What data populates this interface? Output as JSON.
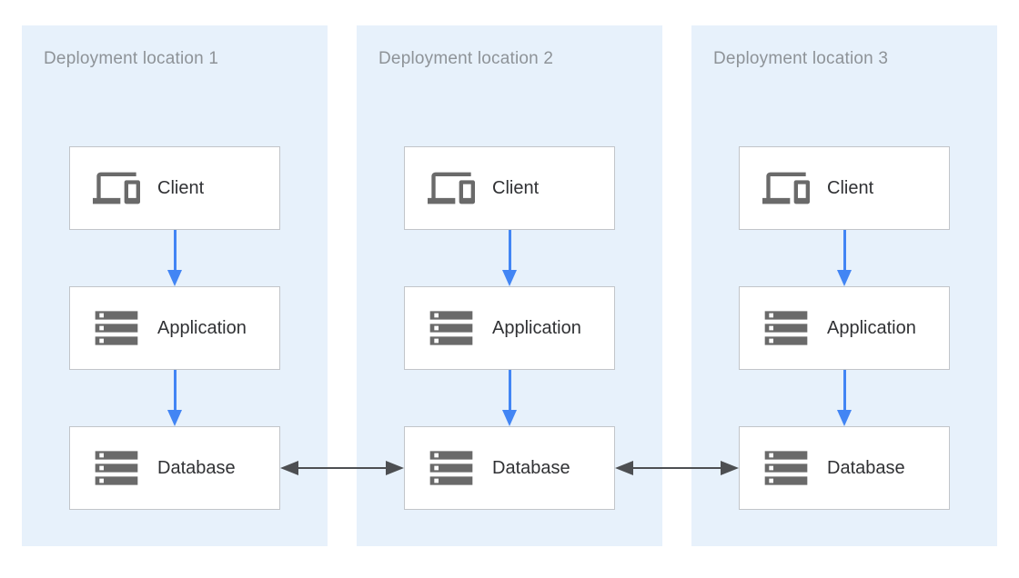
{
  "locations": [
    {
      "title": "Deployment location 1",
      "nodes": [
        {
          "label": "Client",
          "icon": "devices-icon"
        },
        {
          "label": "Application",
          "icon": "server-stack-icon"
        },
        {
          "label": "Database",
          "icon": "server-stack-icon"
        }
      ]
    },
    {
      "title": "Deployment location 2",
      "nodes": [
        {
          "label": "Client",
          "icon": "devices-icon"
        },
        {
          "label": "Application",
          "icon": "server-stack-icon"
        },
        {
          "label": "Database",
          "icon": "server-stack-icon"
        }
      ]
    },
    {
      "title": "Deployment location 3",
      "nodes": [
        {
          "label": "Client",
          "icon": "devices-icon"
        },
        {
          "label": "Application",
          "icon": "server-stack-icon"
        },
        {
          "label": "Database",
          "icon": "server-stack-icon"
        }
      ]
    }
  ],
  "connections": {
    "within_location": [
      {
        "from": "Client",
        "to": "Application",
        "type": "directed-down",
        "color": "#4285f4"
      },
      {
        "from": "Application",
        "to": "Database",
        "type": "directed-down",
        "color": "#4285f4"
      }
    ],
    "between_locations": [
      {
        "from": "Database (location 1)",
        "to": "Database (location 2)",
        "type": "bidirectional",
        "color": "#4d4f52"
      },
      {
        "from": "Database (location 2)",
        "to": "Database (location 3)",
        "type": "bidirectional",
        "color": "#4d4f52"
      }
    ]
  },
  "colors": {
    "panel_bg": "#e7f1fb",
    "title_text": "#8e9398",
    "label_text": "#303134",
    "box_border": "#c2c5c9",
    "icon_gray": "#6a6a6a",
    "flow_arrow": "#4285f4",
    "sync_arrow": "#4d4f52"
  }
}
